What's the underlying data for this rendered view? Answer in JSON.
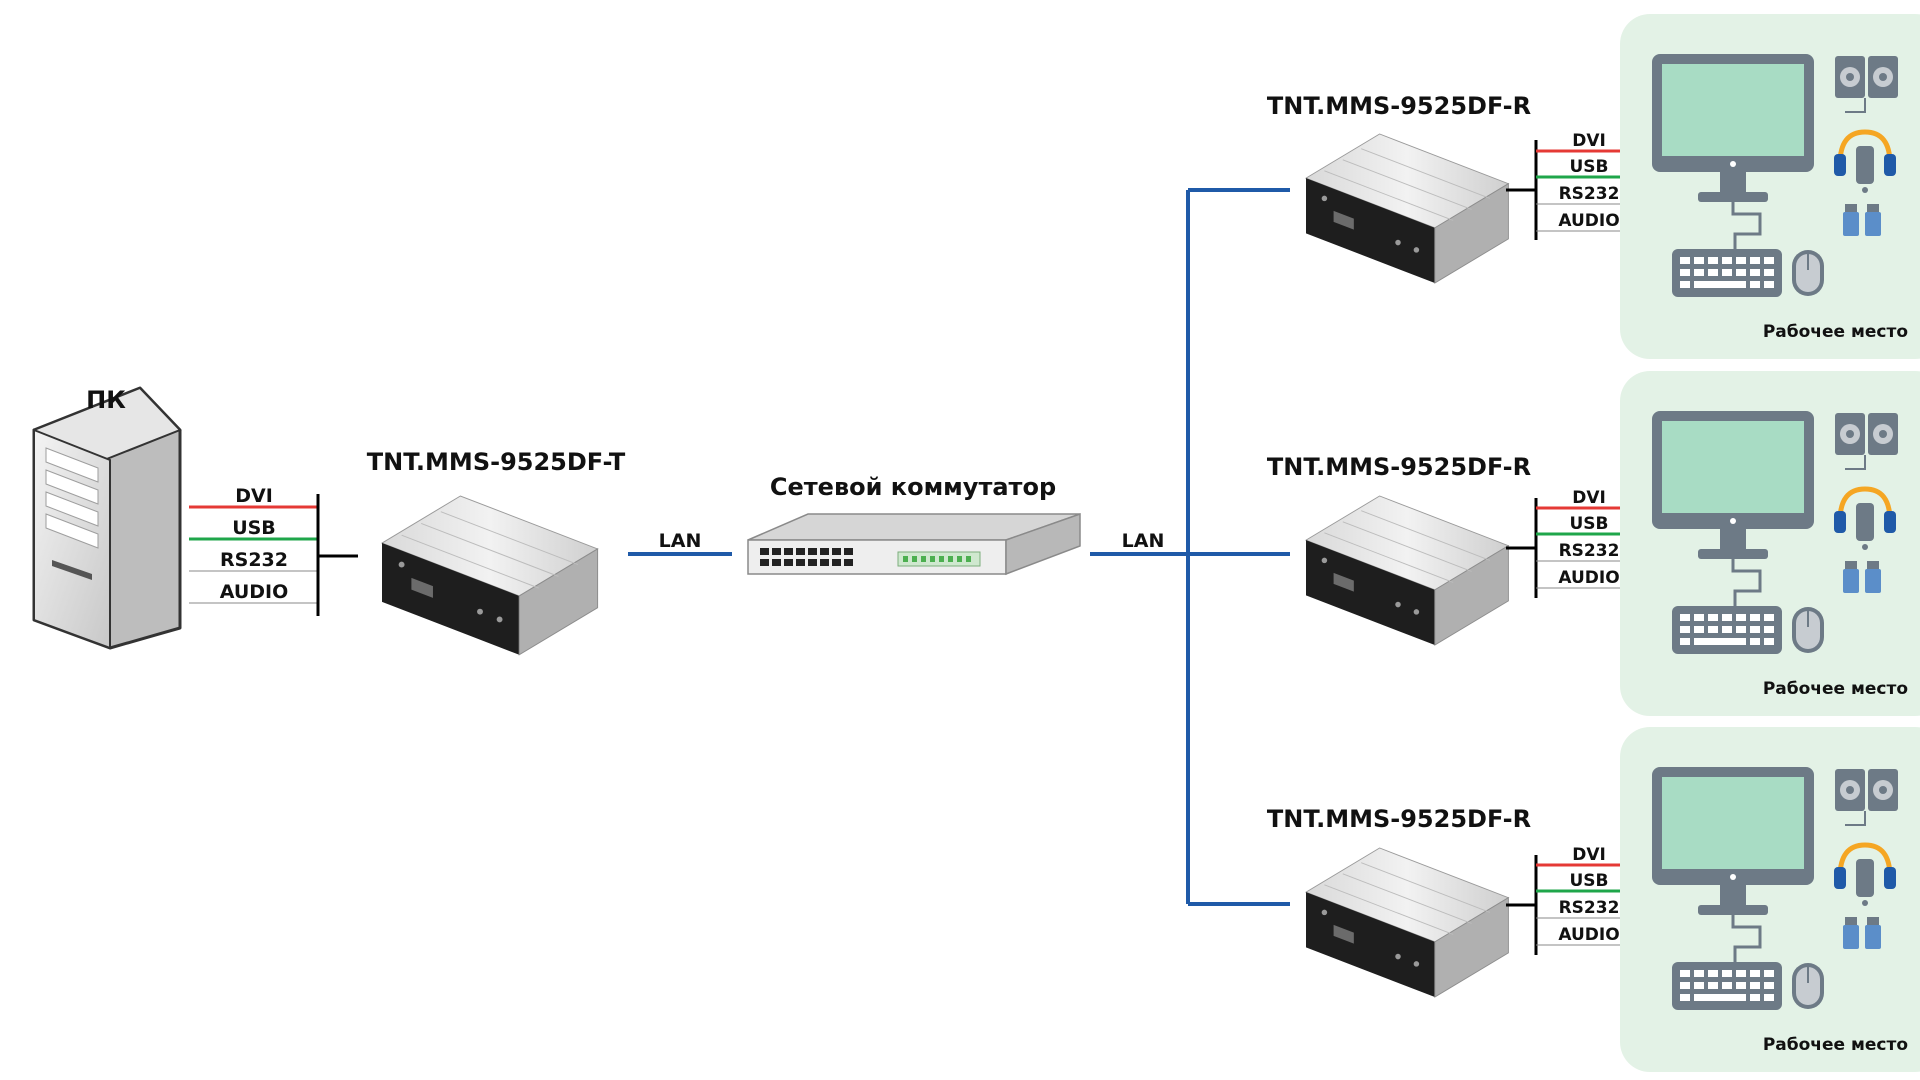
{
  "colors": {
    "lan_line": "#1f5aa8",
    "dvi_line": "#e53935",
    "usb_line": "#1fa64a",
    "workspace_bg": "#e3f2e6",
    "monitor_screen": "#a8dcc4",
    "icon_gray": "#6d7a86",
    "headset_accent": "#f5a623"
  },
  "pc": {
    "label": "ПК"
  },
  "transmitter": {
    "label": "TNT.MMS-9525DF-T"
  },
  "switch": {
    "label": "Сетевой коммутатор"
  },
  "links": {
    "lan_left": "LAN",
    "lan_right": "LAN"
  },
  "signals": [
    "DVI",
    "USB",
    "RS232",
    "AUDIO"
  ],
  "receivers": [
    {
      "label": "TNT.MMS-9525DF-R"
    },
    {
      "label": "TNT.MMS-9525DF-R"
    },
    {
      "label": "TNT.MMS-9525DF-R"
    }
  ],
  "workspaces": [
    {
      "label": "Рабочее место"
    },
    {
      "label": "Рабочее место"
    },
    {
      "label": "Рабочее место"
    }
  ]
}
